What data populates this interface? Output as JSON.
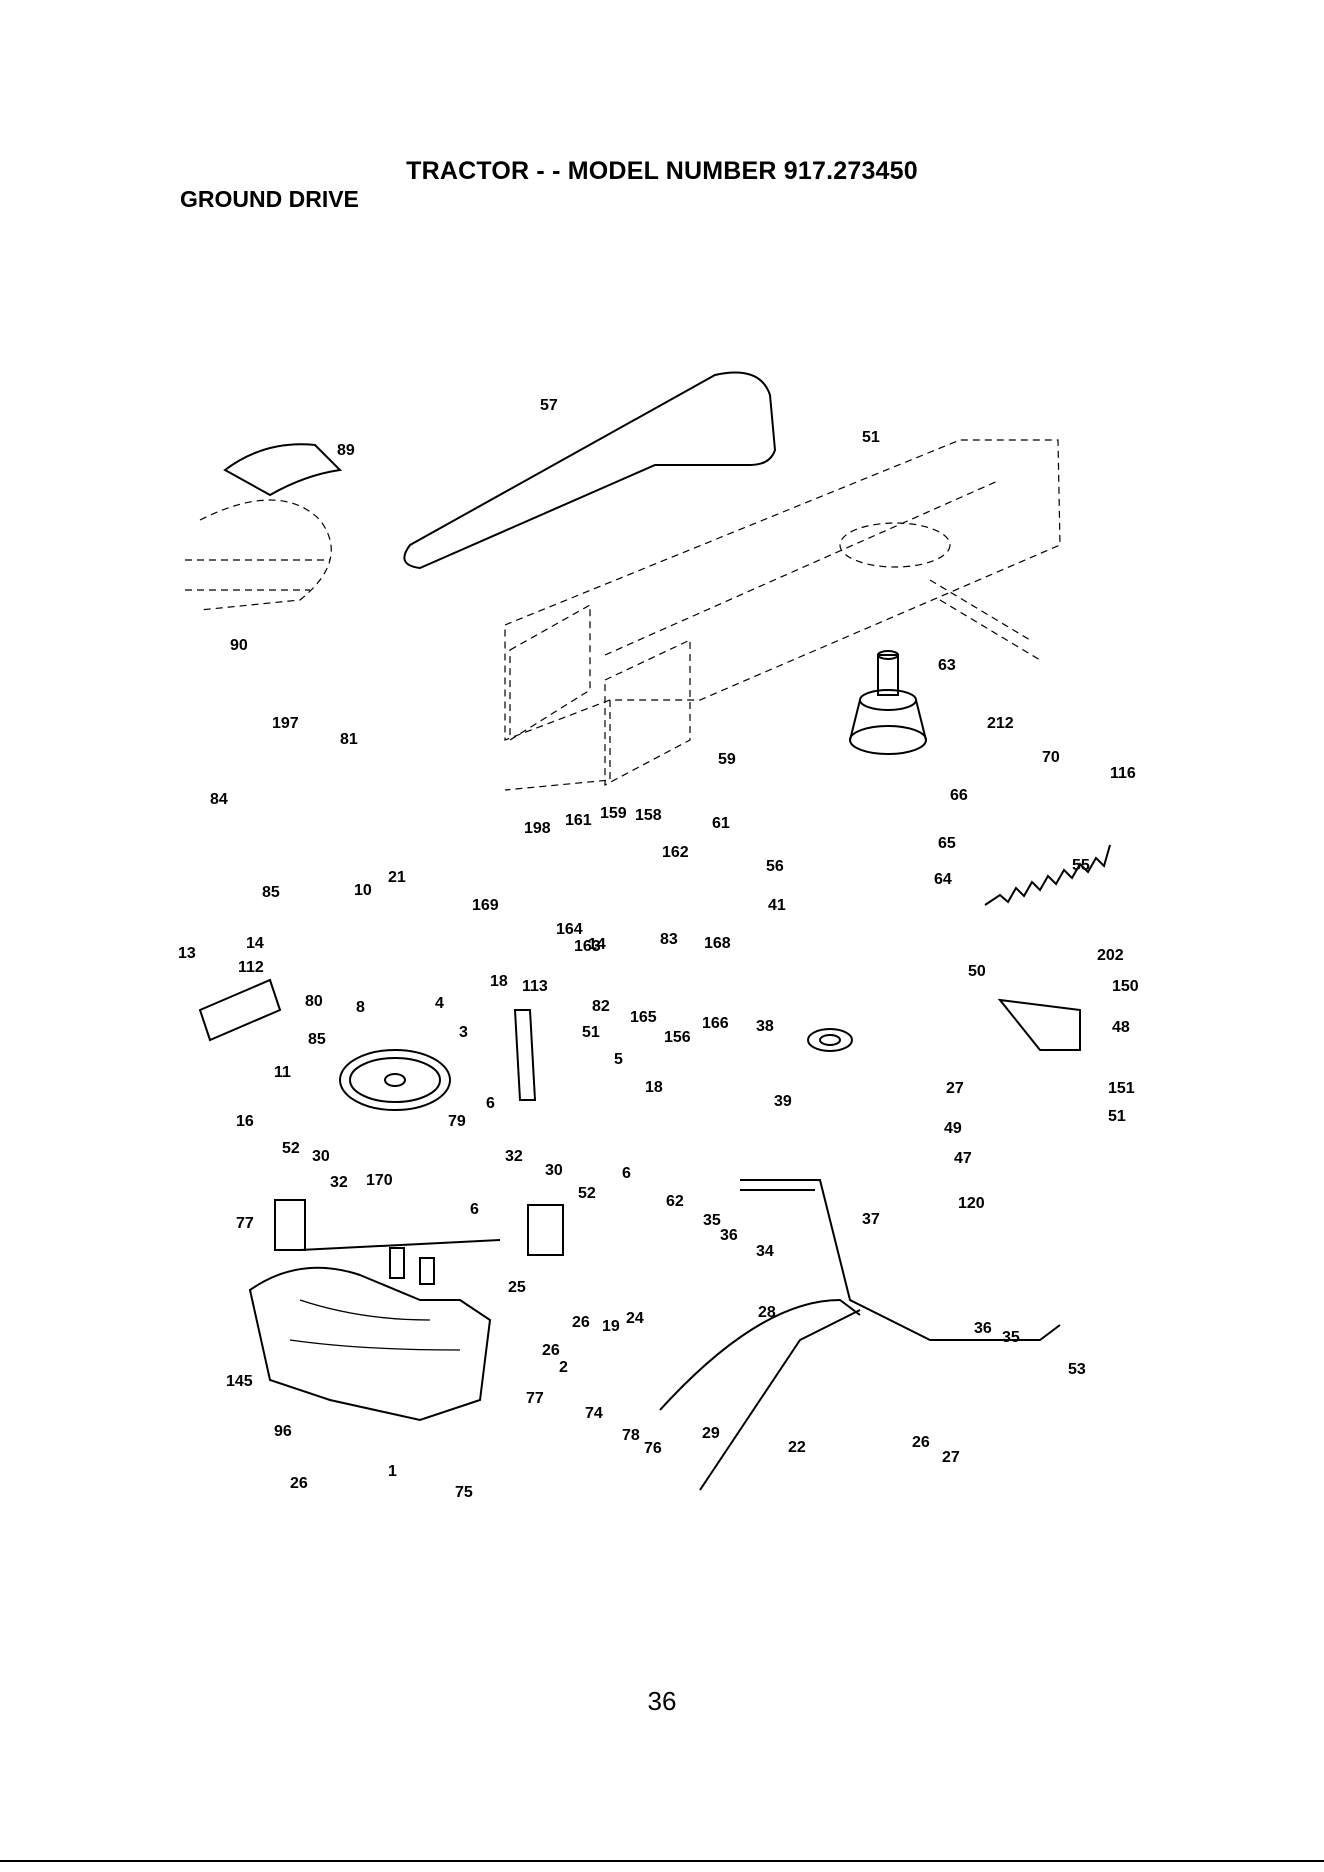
{
  "header": {
    "title": "TRACTOR - - MODEL NUMBER 917.273450",
    "subtitle": "GROUND DRIVE"
  },
  "footer": {
    "page_number": "36"
  },
  "callouts": [
    {
      "id": "c57",
      "label": "57"
    },
    {
      "id": "c51a",
      "label": "51"
    },
    {
      "id": "c89",
      "label": "89"
    },
    {
      "id": "c90",
      "label": "90"
    },
    {
      "id": "c63",
      "label": "63"
    },
    {
      "id": "c212",
      "label": "212"
    },
    {
      "id": "c70",
      "label": "70"
    },
    {
      "id": "c116",
      "label": "116"
    },
    {
      "id": "c197",
      "label": "197"
    },
    {
      "id": "c81",
      "label": "81"
    },
    {
      "id": "c59",
      "label": "59"
    },
    {
      "id": "c61",
      "label": "61"
    },
    {
      "id": "c66",
      "label": "66"
    },
    {
      "id": "c84",
      "label": "84"
    },
    {
      "id": "c198",
      "label": "198"
    },
    {
      "id": "c161",
      "label": "161"
    },
    {
      "id": "c159",
      "label": "159"
    },
    {
      "id": "c158",
      "label": "158"
    },
    {
      "id": "c162",
      "label": "162"
    },
    {
      "id": "c56",
      "label": "56"
    },
    {
      "id": "c65",
      "label": "65"
    },
    {
      "id": "c55",
      "label": "55"
    },
    {
      "id": "c85a",
      "label": "85"
    },
    {
      "id": "c21",
      "label": "21"
    },
    {
      "id": "c169",
      "label": "169"
    },
    {
      "id": "c164",
      "label": "164"
    },
    {
      "id": "c14a",
      "label": "14"
    },
    {
      "id": "c83",
      "label": "83"
    },
    {
      "id": "c64",
      "label": "64"
    },
    {
      "id": "c13",
      "label": "13"
    },
    {
      "id": "c10",
      "label": "10"
    },
    {
      "id": "c163",
      "label": "163"
    },
    {
      "id": "c41",
      "label": "41"
    },
    {
      "id": "c14b",
      "label": "14"
    },
    {
      "id": "c168",
      "label": "168"
    },
    {
      "id": "c112",
      "label": "112"
    },
    {
      "id": "c50",
      "label": "50"
    },
    {
      "id": "c202",
      "label": "202"
    },
    {
      "id": "c150",
      "label": "150"
    },
    {
      "id": "c80",
      "label": "80"
    },
    {
      "id": "c18a",
      "label": "18"
    },
    {
      "id": "c113",
      "label": "113"
    },
    {
      "id": "c8",
      "label": "8"
    },
    {
      "id": "c4",
      "label": "4"
    },
    {
      "id": "c82",
      "label": "82"
    },
    {
      "id": "c165",
      "label": "165"
    },
    {
      "id": "c166",
      "label": "166"
    },
    {
      "id": "c85b",
      "label": "85"
    },
    {
      "id": "c3",
      "label": "3"
    },
    {
      "id": "c51b",
      "label": "51"
    },
    {
      "id": "c156",
      "label": "156"
    },
    {
      "id": "c38",
      "label": "38"
    },
    {
      "id": "c48",
      "label": "48"
    },
    {
      "id": "c11",
      "label": "11"
    },
    {
      "id": "c5",
      "label": "5"
    },
    {
      "id": "c18b",
      "label": "18"
    },
    {
      "id": "c6a",
      "label": "6"
    },
    {
      "id": "c27a",
      "label": "27"
    },
    {
      "id": "c151",
      "label": "151"
    },
    {
      "id": "c39",
      "label": "39"
    },
    {
      "id": "c51c",
      "label": "51"
    },
    {
      "id": "c16",
      "label": "16"
    },
    {
      "id": "c79",
      "label": "79"
    },
    {
      "id": "c49",
      "label": "49"
    },
    {
      "id": "c52a",
      "label": "52"
    },
    {
      "id": "c30a",
      "label": "30"
    },
    {
      "id": "c32a",
      "label": "32"
    },
    {
      "id": "c6b",
      "label": "6"
    },
    {
      "id": "c47",
      "label": "47"
    },
    {
      "id": "c32b",
      "label": "32"
    },
    {
      "id": "c30b",
      "label": "30"
    },
    {
      "id": "c170",
      "label": "170"
    },
    {
      "id": "c52b",
      "label": "52"
    },
    {
      "id": "c62",
      "label": "62"
    },
    {
      "id": "c120",
      "label": "120"
    },
    {
      "id": "c77a",
      "label": "77"
    },
    {
      "id": "c6c",
      "label": "6"
    },
    {
      "id": "c35a",
      "label": "35"
    },
    {
      "id": "c36a",
      "label": "36"
    },
    {
      "id": "c34",
      "label": "34"
    },
    {
      "id": "c37",
      "label": "37"
    },
    {
      "id": "c25",
      "label": "25"
    },
    {
      "id": "c24",
      "label": "24"
    },
    {
      "id": "c26a",
      "label": "26"
    },
    {
      "id": "c19",
      "label": "19"
    },
    {
      "id": "c28",
      "label": "28"
    },
    {
      "id": "c36b",
      "label": "36"
    },
    {
      "id": "c35b",
      "label": "35"
    },
    {
      "id": "c26b",
      "label": "26"
    },
    {
      "id": "c2",
      "label": "2"
    },
    {
      "id": "c53",
      "label": "53"
    },
    {
      "id": "c145",
      "label": "145"
    },
    {
      "id": "c77b",
      "label": "77"
    },
    {
      "id": "c74",
      "label": "74"
    },
    {
      "id": "c96",
      "label": "96"
    },
    {
      "id": "c29",
      "label": "29"
    },
    {
      "id": "c78",
      "label": "78"
    },
    {
      "id": "c76",
      "label": "76"
    },
    {
      "id": "c22",
      "label": "22"
    },
    {
      "id": "c26c",
      "label": "26"
    },
    {
      "id": "c27b",
      "label": "27"
    },
    {
      "id": "c1",
      "label": "1"
    },
    {
      "id": "c26d",
      "label": "26"
    },
    {
      "id": "c75",
      "label": "75"
    }
  ]
}
